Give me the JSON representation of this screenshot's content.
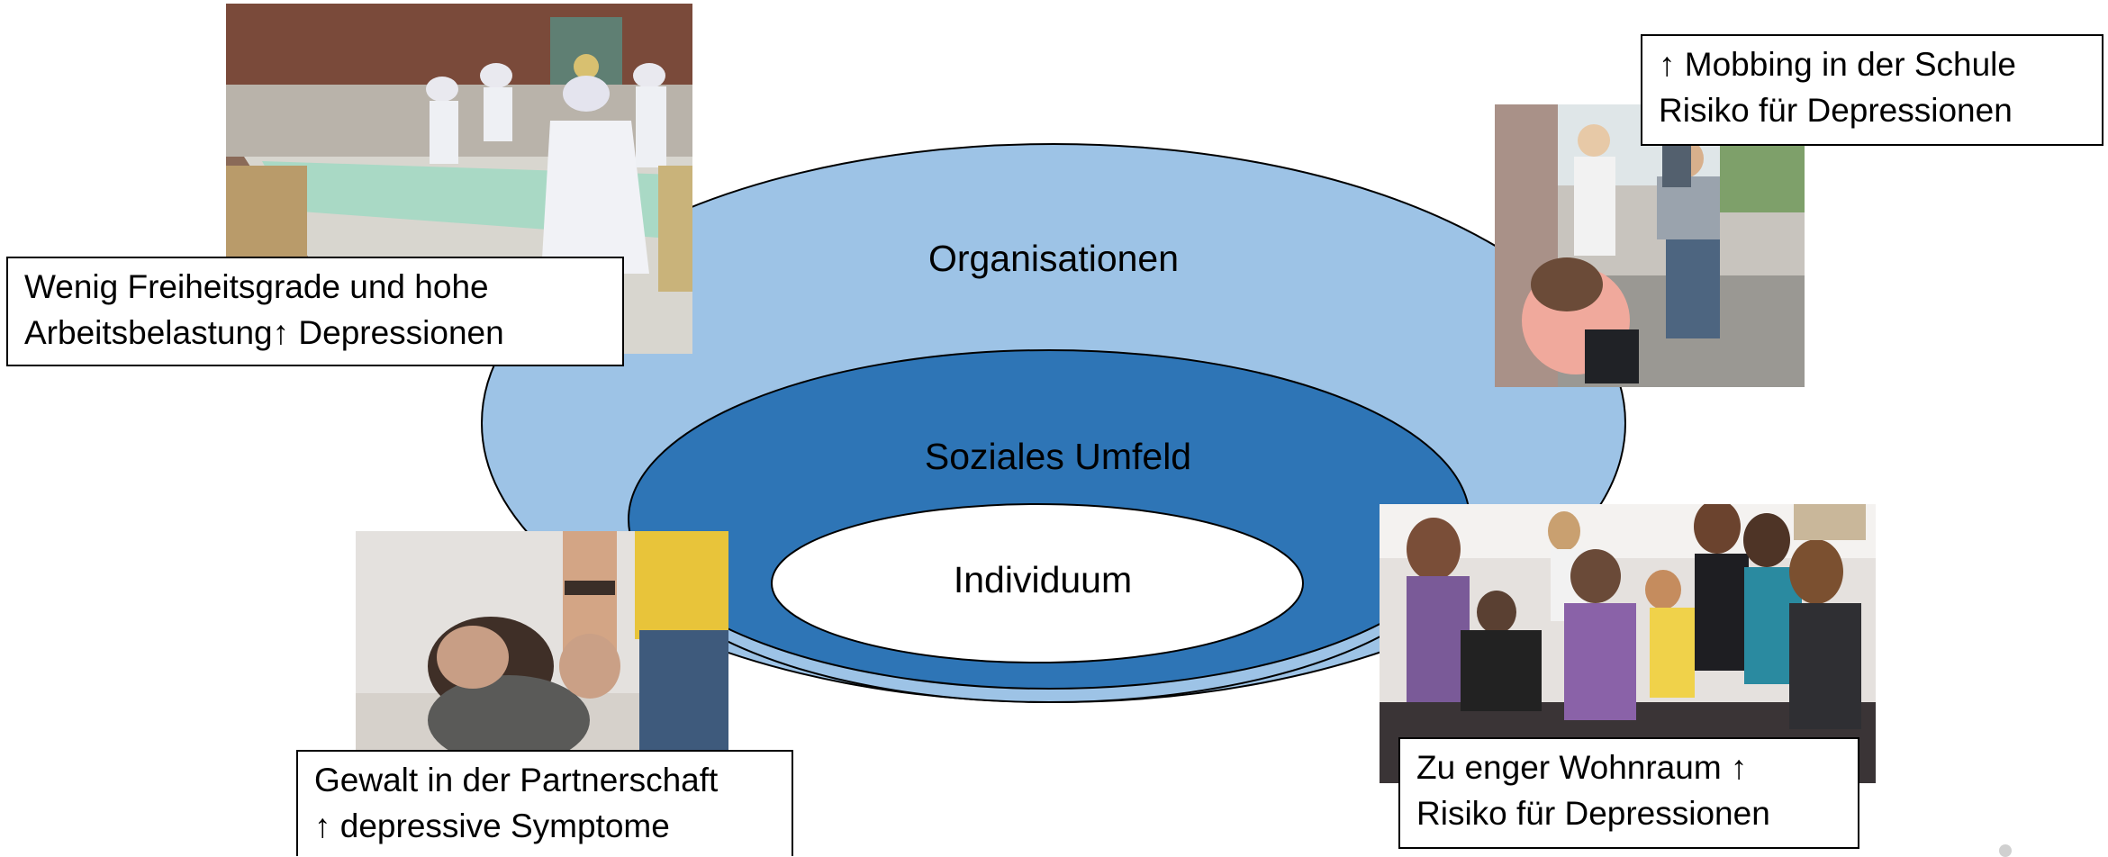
{
  "colors": {
    "outer_ring": "#9dc3e6",
    "middle_ring": "#2e75b6",
    "inner_ring": "#ffffff",
    "ring_stroke": "#000000"
  },
  "rings": {
    "outer": "Organisationen",
    "middle": "Soziales Umfeld",
    "inner": "Individuum"
  },
  "callouts": {
    "work": {
      "line1": "Wenig Freiheitsgrade und hohe",
      "line2": "Arbeitsbelastung↑ Depressionen"
    },
    "school": {
      "line1": "↑ Mobbing in der Schule",
      "line2": "Risiko für Depressionen"
    },
    "partner": {
      "line1": "Gewalt in der Partnerschaft",
      "line2": "↑ depressive Symptome"
    },
    "housing": {
      "line1": "Zu enger Wohnraum ↑",
      "line2": "Risiko für Depressionen"
    }
  },
  "photos": {
    "factory": "factory-workers-photo",
    "bullying": "schoolyard-bullying-photo",
    "violence": "domestic-violence-photo",
    "family": "crowded-family-photo"
  }
}
